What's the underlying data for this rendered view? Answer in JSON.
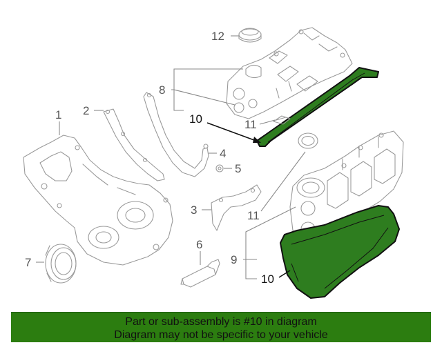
{
  "callouts": {
    "c1": "1",
    "c2": "2",
    "c3": "3",
    "c4": "4",
    "c5": "5",
    "c6": "6",
    "c7": "7",
    "c8": "8",
    "c9": "9",
    "c10_upper": "10",
    "c10_lower": "10",
    "c11_upper": "11",
    "c11_lower": "11",
    "c12": "12"
  },
  "highlight": {
    "part_number": "10",
    "color": "#2e7d1f"
  },
  "banner": {
    "line1": "Part or sub-assembly is #10 in diagram",
    "line2": "Diagram may not be specific to your vehicle",
    "color": "#2c7d10"
  }
}
